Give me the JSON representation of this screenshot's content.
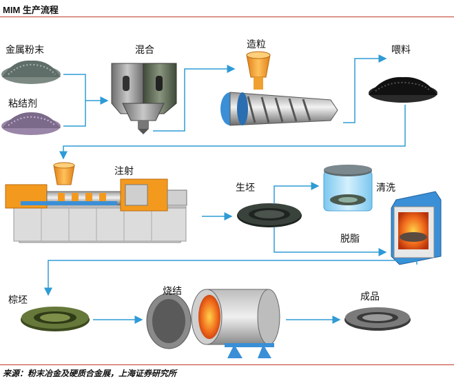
{
  "header": {
    "title": "MIM 生产流程"
  },
  "steps": {
    "metal_powder": "金属粉末",
    "binder": "粘结剂",
    "mixing": "混合",
    "granulating": "造粒",
    "feeding": "喂料",
    "injection": "注射",
    "green_part": "生坯",
    "cleaning": "清洗",
    "debinding": "脱脂",
    "brown_part": "棕坯",
    "sintering": "烧结",
    "finished": "成品"
  },
  "footer": {
    "source": "来源：粉末冶金及硬质合金展，上海证券研究所"
  },
  "colors": {
    "rule": "#c0392b",
    "arrow": "#2e9bd6",
    "orange": "#f39a1e",
    "blue": "#3a8fd6"
  }
}
